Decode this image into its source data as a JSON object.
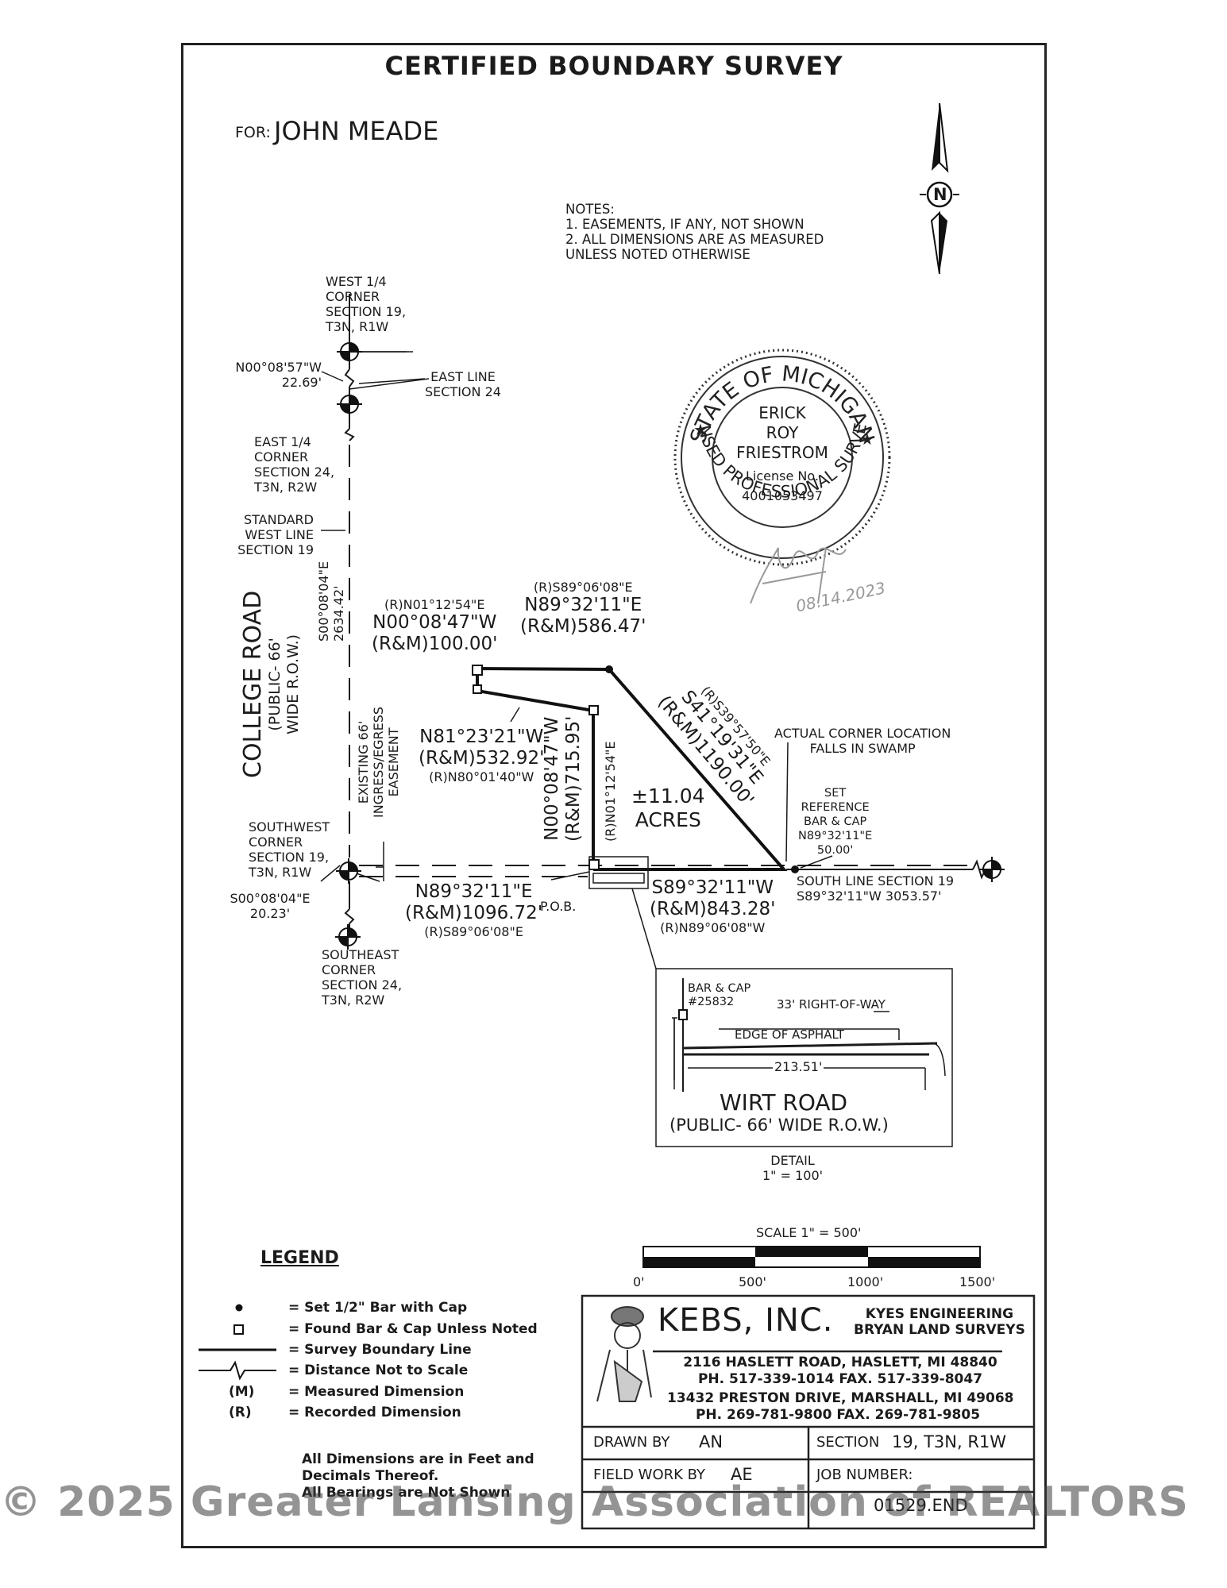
{
  "title": "CERTIFIED BOUNDARY SURVEY",
  "client": {
    "label": "FOR:",
    "name": "JOHN MEADE"
  },
  "notes": [
    "NOTES:",
    "1. EASEMENTS, IF ANY, NOT SHOWN",
    "2. ALL DIMENSIONS ARE AS MEASURED",
    "UNLESS NOTED OTHERWISE"
  ],
  "north_symbol": "N",
  "corners": {
    "west_quarter": [
      "WEST 1/4",
      "CORNER",
      "SECTION 19,",
      "T3N, R1W"
    ],
    "east_quarter": [
      "EAST 1/4",
      "CORNER",
      "SECTION 24,",
      "T3N, R2W"
    ],
    "southwest": [
      "SOUTHWEST",
      "CORNER",
      "SECTION 19,",
      "T3N, R1W"
    ],
    "southeast": [
      "SOUTHEAST",
      "CORNER",
      "SECTION 24,",
      "T3N, R2W"
    ]
  },
  "labels": {
    "n_22_69": [
      "N00°08'57\"W",
      "22.69'"
    ],
    "east_line": [
      "EAST LINE",
      "SECTION 24"
    ],
    "standard_west": [
      "STANDARD",
      "WEST LINE",
      "SECTION 19"
    ],
    "s_2634": [
      "S00°08'04\"E",
      "2634.42'"
    ],
    "college_road": [
      "COLLEGE ROAD",
      "(PUBLIC- 66'",
      "WIDE R.O.W.)"
    ],
    "easement": [
      "EXISTING 66'",
      "INGRESS/EGRESS",
      "EASEMENT"
    ],
    "s_20_23": [
      "S00°08'04\"E",
      "20.23'"
    ],
    "south_line": [
      "SOUTH LINE SECTION 19",
      "S89°32'11\"W 3053.57'"
    ],
    "north_west_leg": [
      "(R)N01°12'54\"E",
      "N00°08'47\"W",
      "(R&M)100.00'"
    ],
    "north_leg": [
      "(R)S89°06'08\"E",
      "N89°32'11\"E",
      "(R&M)586.47'"
    ],
    "diagonal_leg": [
      "(R)S39°57'50\"E",
      "S41°19'31\"E",
      "(R&M)1190.00'"
    ],
    "mid_leg": [
      "N81°23'21\"W",
      "(R&M)532.92'",
      "(R)N80°01'40\"W"
    ],
    "inner_leg": [
      "N00°08'47\"W",
      "(R&M)715.95'",
      "(R)N01°12'54\"E"
    ],
    "acres": [
      "±11.04",
      "ACRES"
    ],
    "swamp": [
      "ACTUAL CORNER LOCATION",
      "FALLS IN SWAMP"
    ],
    "ref_bar": [
      "SET",
      "REFERENCE",
      "BAR & CAP",
      "N89°32'11\"E",
      "50.00'"
    ],
    "pob": "P.O.B.",
    "west_leg": [
      "N89°32'11\"E",
      "(R&M)1096.72'",
      "(R)S89°06'08\"E"
    ],
    "south_leg": [
      "S89°32'11\"W",
      "(R&M)843.28'",
      "(R)N89°06'08\"W"
    ]
  },
  "detail": {
    "bar_cap": [
      "BAR & CAP",
      "#25832"
    ],
    "row": "33' RIGHT-OF-WAY",
    "asphalt": "EDGE OF ASPHALT",
    "dist": "213.51'",
    "road": "WIRT ROAD",
    "road_sub": "(PUBLIC- 66' WIDE R.O.W.)",
    "caption": [
      "DETAIL",
      "1\" = 100'"
    ]
  },
  "seal": {
    "arc_top": "STATE OF MICHIGAN",
    "arc_bottom": "LICENSED PROFESSIONAL SURVEYOR",
    "name": [
      "ERICK",
      "ROY",
      "FRIESTROM"
    ],
    "license_label": "License No.",
    "license_no": "4001053497",
    "date": "08.14.2023"
  },
  "scale": {
    "label": "SCALE 1\" = 500'",
    "ticks": [
      "0'",
      "500'",
      "1000'",
      "1500'"
    ]
  },
  "legend": {
    "title": "LEGEND",
    "items": [
      "= Set 1/2\" Bar with Cap",
      "= Found Bar & Cap Unless Noted",
      "= Survey Boundary Line",
      "= Distance Not to Scale",
      "= Measured Dimension",
      "= Recorded Dimension"
    ],
    "symbols": [
      "(M)",
      "(R)"
    ],
    "footer": [
      "All Dimensions are in Feet and",
      "Decimals Thereof.",
      "All Bearings are Not Shown"
    ]
  },
  "company": {
    "name": "KEBS, INC.",
    "sub": [
      "KYES ENGINEERING",
      "BRYAN LAND SURVEYS"
    ],
    "office1": [
      "2116 HASLETT ROAD, HASLETT, MI 48840",
      "PH. 517-339-1014  FAX. 517-339-8047"
    ],
    "office2": [
      "13432 PRESTON DRIVE, MARSHALL, MI 49068",
      "PH. 269-781-9800  FAX. 269-781-9805"
    ]
  },
  "title_block": {
    "drawn_by_label": "DRAWN BY",
    "drawn_by": "AN",
    "section_label": "SECTION",
    "section": "19, T3N, R1W",
    "field_label": "FIELD WORK BY",
    "field": "AE",
    "job_label": "JOB NUMBER:",
    "job": "01529.END"
  },
  "watermark": "© 2025 Greater Lansing Association of REALTORS"
}
